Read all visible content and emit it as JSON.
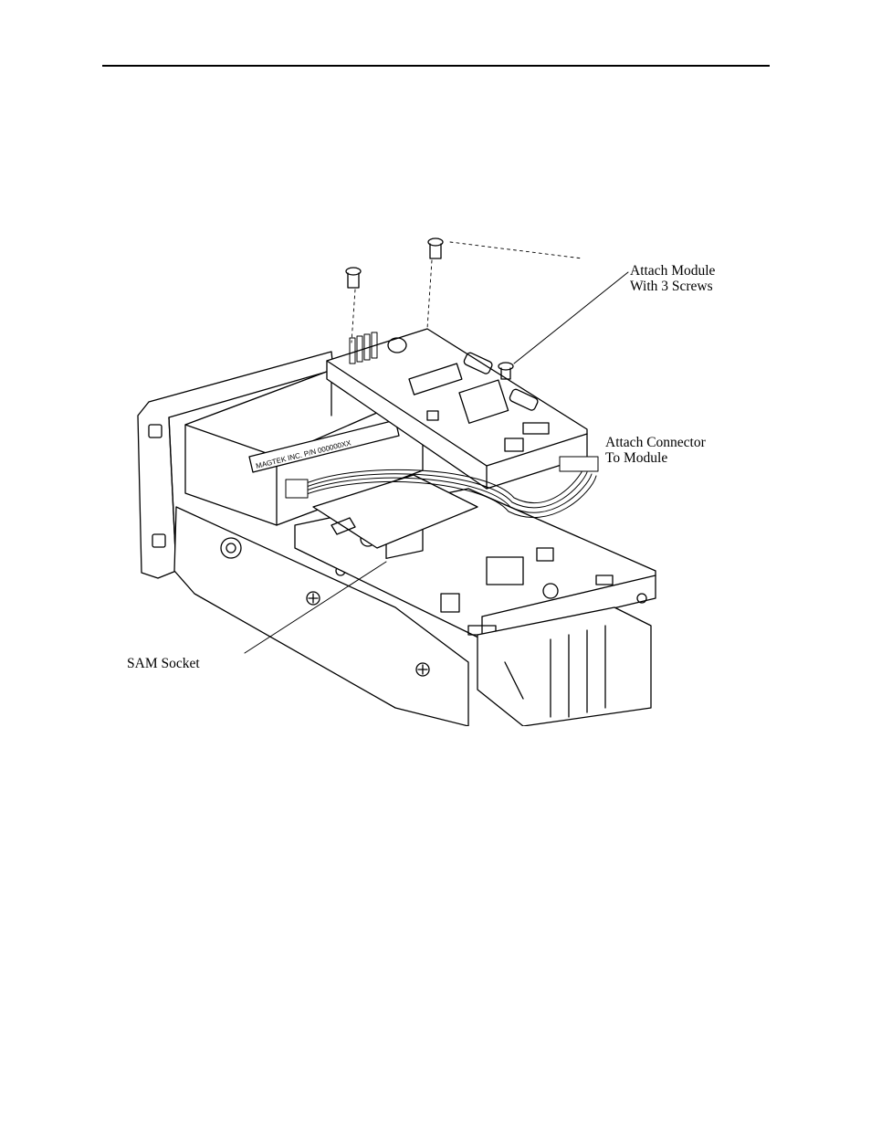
{
  "figure": {
    "label_text": "MAGTEK INC.   P/N 000000XX",
    "callouts": {
      "attach_module": {
        "line1": "Attach Module",
        "line2": "With 3 Screws"
      },
      "attach_connector": {
        "line1": "Attach Connector",
        "line2": "To Module"
      },
      "sam_socket": {
        "line1": "SAM Socket"
      }
    }
  }
}
